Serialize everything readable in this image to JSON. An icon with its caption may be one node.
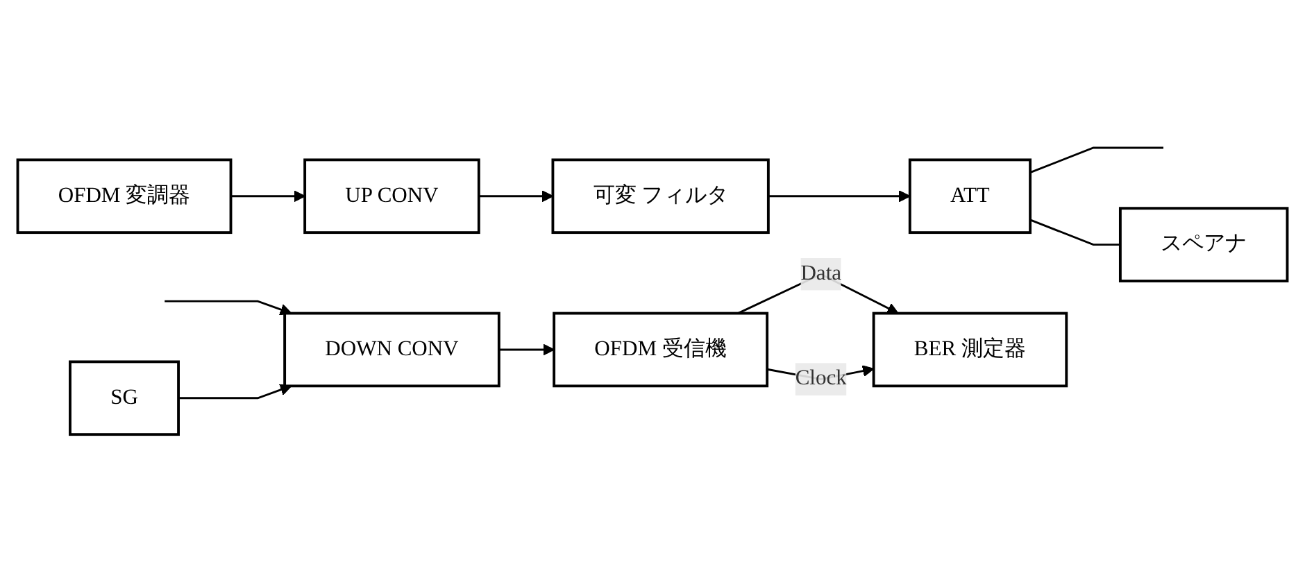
{
  "diagram": {
    "nodes": [
      {
        "text": [
          "OFDM 変調器"
        ]
      },
      {
        "text": [
          "UP CONV"
        ]
      },
      {
        "text": [
          "可変 フィルタ"
        ]
      },
      {
        "text": [
          "ATT"
        ]
      },
      {
        "text": [
          "スペアナ"
        ]
      },
      {
        "text": [
          "BER 測定器"
        ]
      },
      {
        "text": [
          "OFDM 受信機"
        ]
      },
      {
        "text": [
          "DOWN CONV"
        ]
      },
      {
        "text": [
          "SG"
        ]
      }
    ],
    "edges": [
      {
        "from": 0,
        "to": 1,
        "arrow": "to"
      },
      {
        "from": 1,
        "to": 2,
        "arrow": "to"
      },
      {
        "from": 2,
        "to": 3,
        "arrow": "to"
      },
      {
        "from": 3,
        "to": null,
        "arrow": "none"
      },
      {
        "from": 3,
        "to": 4,
        "arrow": "none"
      },
      {
        "from": null,
        "to": 7,
        "arrow": "to"
      },
      {
        "from": 7,
        "to": 6,
        "arrow": "to"
      },
      {
        "from": 6,
        "to": 5,
        "label": "Data",
        "arrow": "to"
      },
      {
        "from": 6,
        "to": 5,
        "label": "Clock",
        "arrow": "to"
      },
      {
        "from": 8,
        "to": 7,
        "arrow": "to"
      }
    ]
  }
}
